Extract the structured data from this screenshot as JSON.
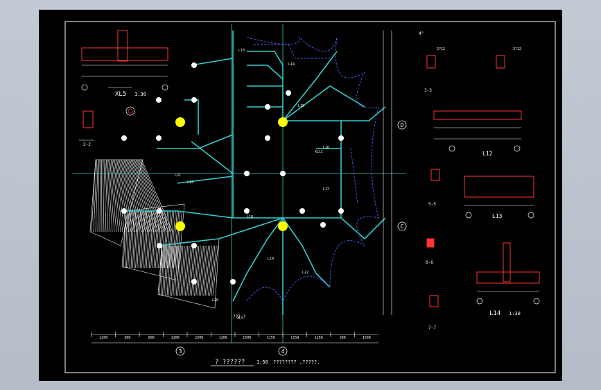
{
  "drawing": {
    "title_main": "? ??????",
    "title_scale": "1:50",
    "title_note": "???????? ,?????.",
    "grid_bubbles": {
      "axis_3": "3",
      "axis_4": "4",
      "axis_D": "D",
      "axis_C": "C"
    },
    "details": {
      "xl5": {
        "title": "XL5",
        "scale": "1:30"
      },
      "sec22": "2-2",
      "l12": "L12",
      "l13": "L13",
      "l14": {
        "title": "L14",
        "scale": "1:30"
      },
      "sec33": "3-3",
      "sec55": "5-5",
      "sec66": "6-6",
      "sec77": "7-7"
    },
    "beam_labels": [
      "L12",
      "L13",
      "L14",
      "L15",
      "L16",
      "L17",
      "L18",
      "L19",
      "L20",
      "L21",
      "L22",
      "XL5",
      "XL11"
    ],
    "dim_row": [
      "1200",
      "300",
      "600",
      "1200",
      "1500",
      "1200",
      "1500",
      "1150",
      "1150",
      "1150",
      "300",
      "1500"
    ],
    "notes": {
      "ridge_note": "??? ?",
      "callout_a": "2?12",
      "callout_b": "2?12",
      "slope": "4°"
    },
    "colors": {
      "frame": "#ffffff",
      "beam": "#33cccc",
      "grid": "#33cccc",
      "hidden": "#4466ff",
      "column": "#ffff00",
      "rebar": "#ff3333",
      "hatch": "#ffffff"
    }
  }
}
